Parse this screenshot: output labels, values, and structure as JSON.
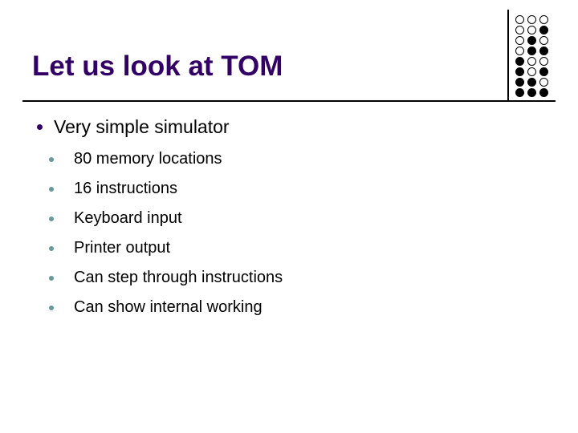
{
  "slide": {
    "title": "Let us look at TOM",
    "bullets": [
      {
        "text": "Very simple simulator",
        "children": [
          "80 memory locations",
          "16 instructions",
          "Keyboard input",
          "Printer output",
          "Can step through instructions",
          "Can show internal working"
        ]
      }
    ]
  },
  "decoration": {
    "binary_dot_rows": [
      "000",
      "001",
      "010",
      "011",
      "100",
      "101",
      "110",
      "111"
    ]
  },
  "colors": {
    "background": "#ffffff",
    "title_text": "#330066",
    "body_text": "#000000",
    "main_bullet_dot": "#330066",
    "sub_bullet_dot": "#669999",
    "line": "#000000"
  }
}
